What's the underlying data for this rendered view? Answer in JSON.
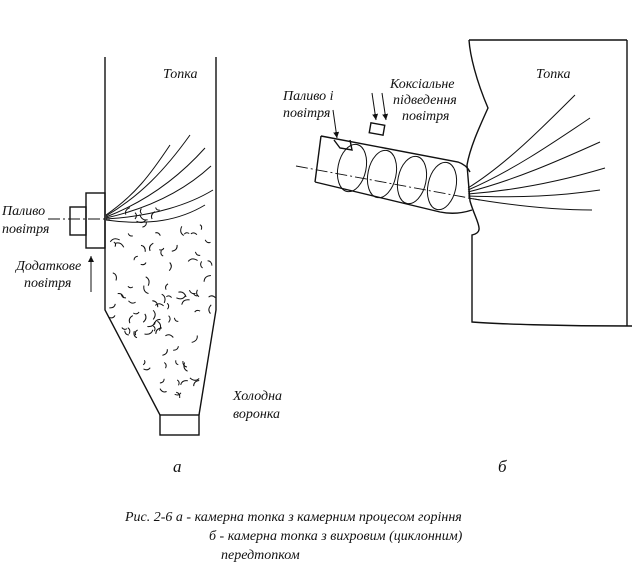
{
  "diagram_a": {
    "label_furnace": "Топка",
    "label_fuel": [
      "Паливо",
      "повітря"
    ],
    "label_secondary_air": [
      "Додаткове",
      "повітря"
    ],
    "label_hopper": [
      "Холодна",
      "воронка"
    ],
    "sublabel": "а"
  },
  "diagram_b": {
    "label_furnace": "Топка",
    "label_fuel_air": [
      "Паливо і",
      "повітря"
    ],
    "label_coaxial": [
      "Коксіальне",
      "підведення",
      "повітря"
    ],
    "sublabel": "б"
  },
  "caption": {
    "line1": "Рис. 2-6 а - камерна топка з камерним процесом горіння",
    "line2": "б - камерна топка з вихровим (циклонним)",
    "line3": "передтопком"
  }
}
